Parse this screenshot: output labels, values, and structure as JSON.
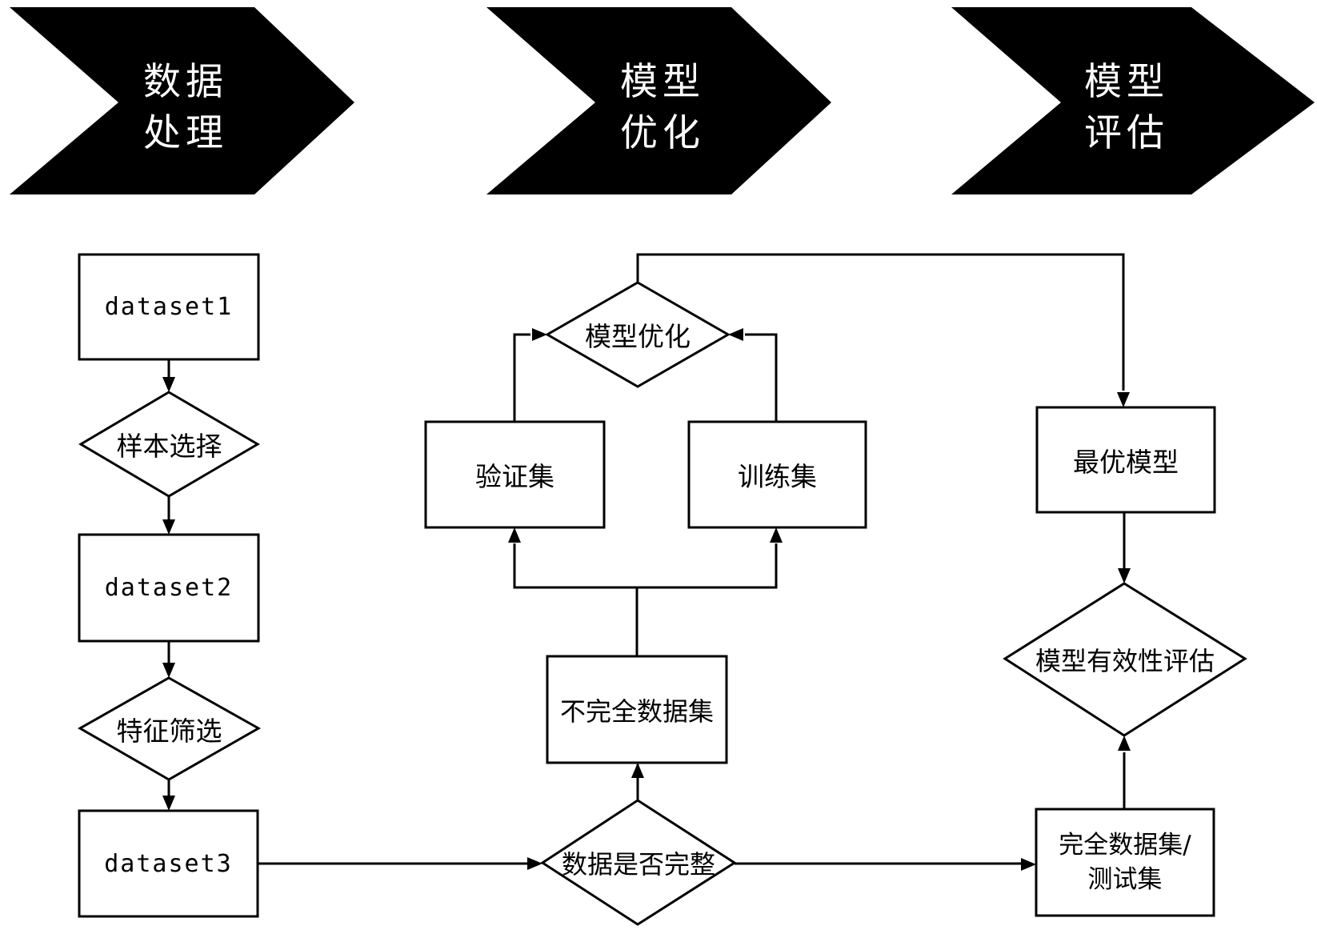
{
  "banners": [
    {
      "label": "数据\n处理"
    },
    {
      "label": "模型\n优化"
    },
    {
      "label": "模型\n评估"
    }
  ],
  "nodes": {
    "dataset1": {
      "label": "dataset1",
      "type": "process"
    },
    "sample_selection": {
      "label": "样本选择",
      "type": "decision"
    },
    "dataset2": {
      "label": "dataset2",
      "type": "process"
    },
    "feature_filter": {
      "label": "特征筛选",
      "type": "decision"
    },
    "dataset3": {
      "label": "dataset3",
      "type": "process"
    },
    "model_optimization": {
      "label": "模型优化",
      "type": "decision"
    },
    "validation_set": {
      "label": "验证集",
      "type": "process"
    },
    "training_set": {
      "label": "训练集",
      "type": "process"
    },
    "incomplete_dataset": {
      "label": "不完全数据集",
      "type": "process"
    },
    "data_complete_check": {
      "label": "数据是否完整",
      "type": "decision"
    },
    "best_model": {
      "label": "最优模型",
      "type": "process"
    },
    "model_validity_evaluation": {
      "label": "模型有效性评估",
      "type": "decision"
    },
    "complete_test_set": {
      "label": "完全数据集/\n测试集",
      "type": "process"
    }
  },
  "colors": {
    "background": "#ffffff",
    "banner_fill": "#000000",
    "banner_text": "#ffffff",
    "shape_border": "#000000",
    "shape_fill": "#ffffff",
    "line": "#000000"
  }
}
